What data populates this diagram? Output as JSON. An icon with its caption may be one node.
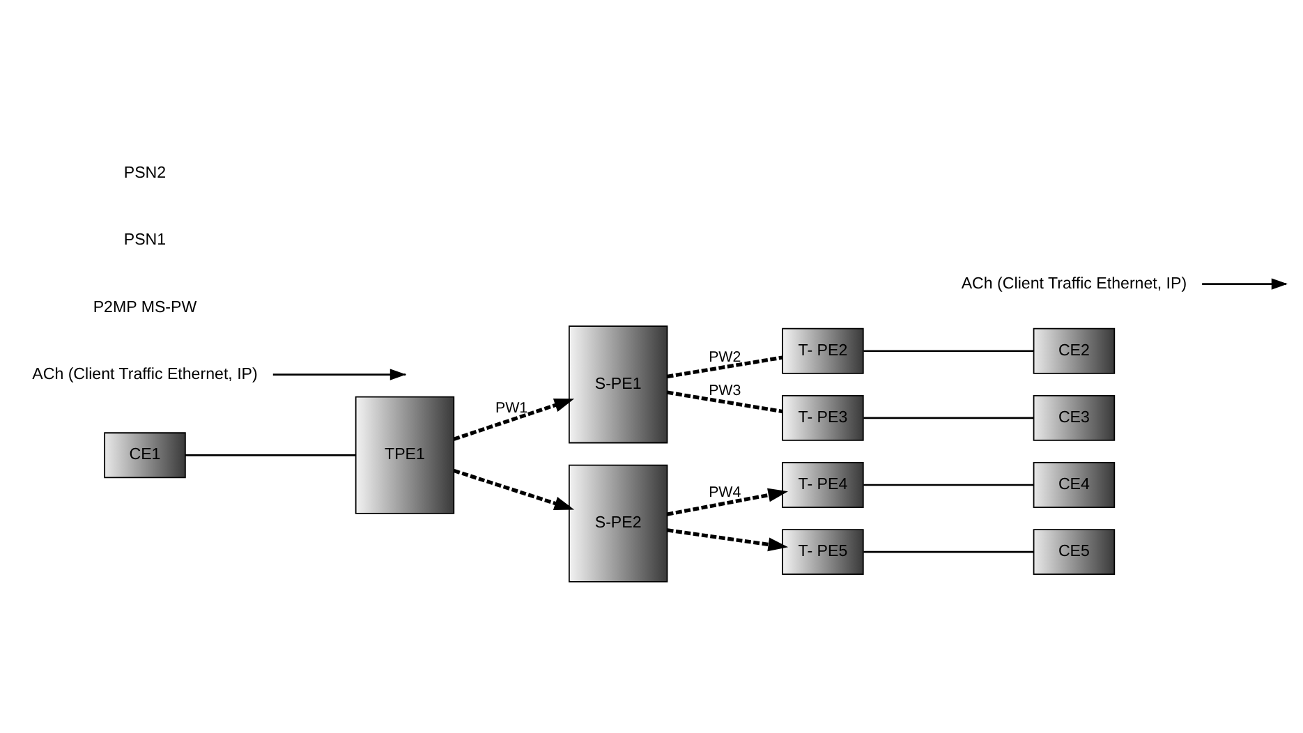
{
  "diagram": {
    "nodes": [
      {
        "text": [
          "CE1"
        ]
      },
      {
        "text": [
          "TPE1"
        ]
      },
      {
        "text": [
          "S-PE1"
        ]
      },
      {
        "text": [
          "S-PE2"
        ]
      },
      {
        "text": [
          "T- PE2"
        ]
      },
      {
        "text": [
          "T- PE3"
        ]
      },
      {
        "text": [
          "T- PE4"
        ]
      },
      {
        "text": [
          "T- PE5"
        ]
      },
      {
        "text": [
          "CE2"
        ]
      },
      {
        "text": [
          "CE3"
        ]
      },
      {
        "text": [
          "CE4"
        ]
      },
      {
        "text": [
          "CE5"
        ]
      },
      {
        "text": [
          "ACh (Client Traffic Ethernet, IP)"
        ]
      },
      {
        "text": [
          "ACh (Client Traffic Ethernet, IP)"
        ]
      }
    ],
    "edges": [
      {
        "from": 0,
        "to": 1,
        "arrow": "none"
      },
      {
        "from": 1,
        "to": 2,
        "arrow": "to",
        "label": "PW1",
        "style": "dashed"
      },
      {
        "from": 1,
        "to": 3,
        "arrow": "to",
        "style": "dashed"
      },
      {
        "from": 2,
        "to": 4,
        "arrow": "none",
        "label": "PW2",
        "style": "dashed"
      },
      {
        "from": 2,
        "to": 5,
        "arrow": "none",
        "label": "PW3",
        "style": "dashed"
      },
      {
        "from": 3,
        "to": 6,
        "arrow": "to",
        "label": "PW4",
        "style": "dashed"
      },
      {
        "from": 3,
        "to": 7,
        "arrow": "to",
        "style": "dashed"
      },
      {
        "from": 4,
        "to": 8,
        "arrow": "none"
      },
      {
        "from": 5,
        "to": 9,
        "arrow": "none"
      },
      {
        "from": 6,
        "to": 10,
        "arrow": "none"
      },
      {
        "from": 7,
        "to": 11,
        "arrow": "none"
      },
      {
        "from": 12,
        "to": null,
        "arrow": "to"
      },
      {
        "from": 13,
        "to": null,
        "arrow": "to"
      }
    ],
    "labels": [
      "P2MP MS-PW",
      "PSN1",
      "PSN2"
    ]
  }
}
